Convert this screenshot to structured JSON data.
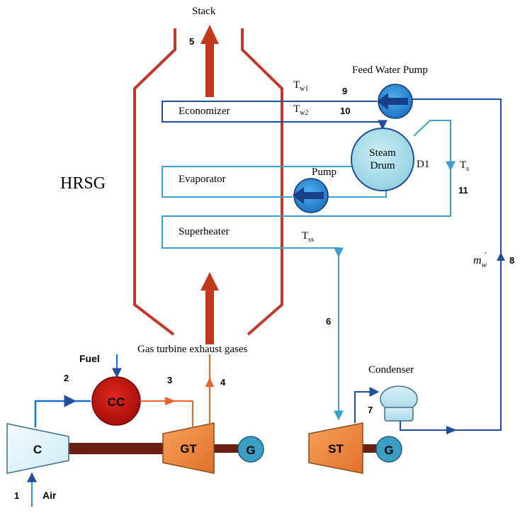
{
  "labels": {
    "stack": "Stack",
    "hrsg": "HRSG",
    "economizer": "Economizer",
    "evaporator": "Evaporator",
    "superheater": "Superheater",
    "feed_water_pump": "Feed Water Pump",
    "pump": "Pump",
    "steam_drum_line1": "Steam",
    "steam_drum_line2": "Drum",
    "d1": "D1",
    "exhaust": "Gas turbine exhaust gases",
    "condenser": "Condenser",
    "fuel": "Fuel",
    "air": "Air",
    "cc": "CC",
    "compressor": "C",
    "gas_turbine": "GT",
    "steam_turbine": "ST",
    "generator_1": "G",
    "generator_2": "G"
  },
  "symbols": {
    "tw1_main": "T",
    "tw1_sub": "w1",
    "tw2_main": "T",
    "tw2_sub": "w2",
    "ts_main": "T",
    "ts_sub": "s",
    "tss_main": "T",
    "tss_sub": "ss",
    "mw_main": "m",
    "mw_sub": "w",
    "mw_dot": "·"
  },
  "states": {
    "s1": "1",
    "s2": "2",
    "s3": "3",
    "s4": "4",
    "s5": "5",
    "s6": "6",
    "s7": "7",
    "s8": "8",
    "s9": "9",
    "s10": "10",
    "s11": "11"
  },
  "colors": {
    "hrsg_wall": "#c0392b",
    "gas_arrow": "#c0391c",
    "feed_water": "#1f4e9c",
    "steam": "#3aa0d0",
    "hot_gas": "#e8622a",
    "air": "#2f8fdf",
    "shaft": "#6b1e12",
    "cc_fill": "#c8140f",
    "generator_fill": "#3b9ec4",
    "turbine_fill": "#f08a3c",
    "compressor_fill": "#e8f6fb",
    "drum_fill": "#a9dde9"
  }
}
